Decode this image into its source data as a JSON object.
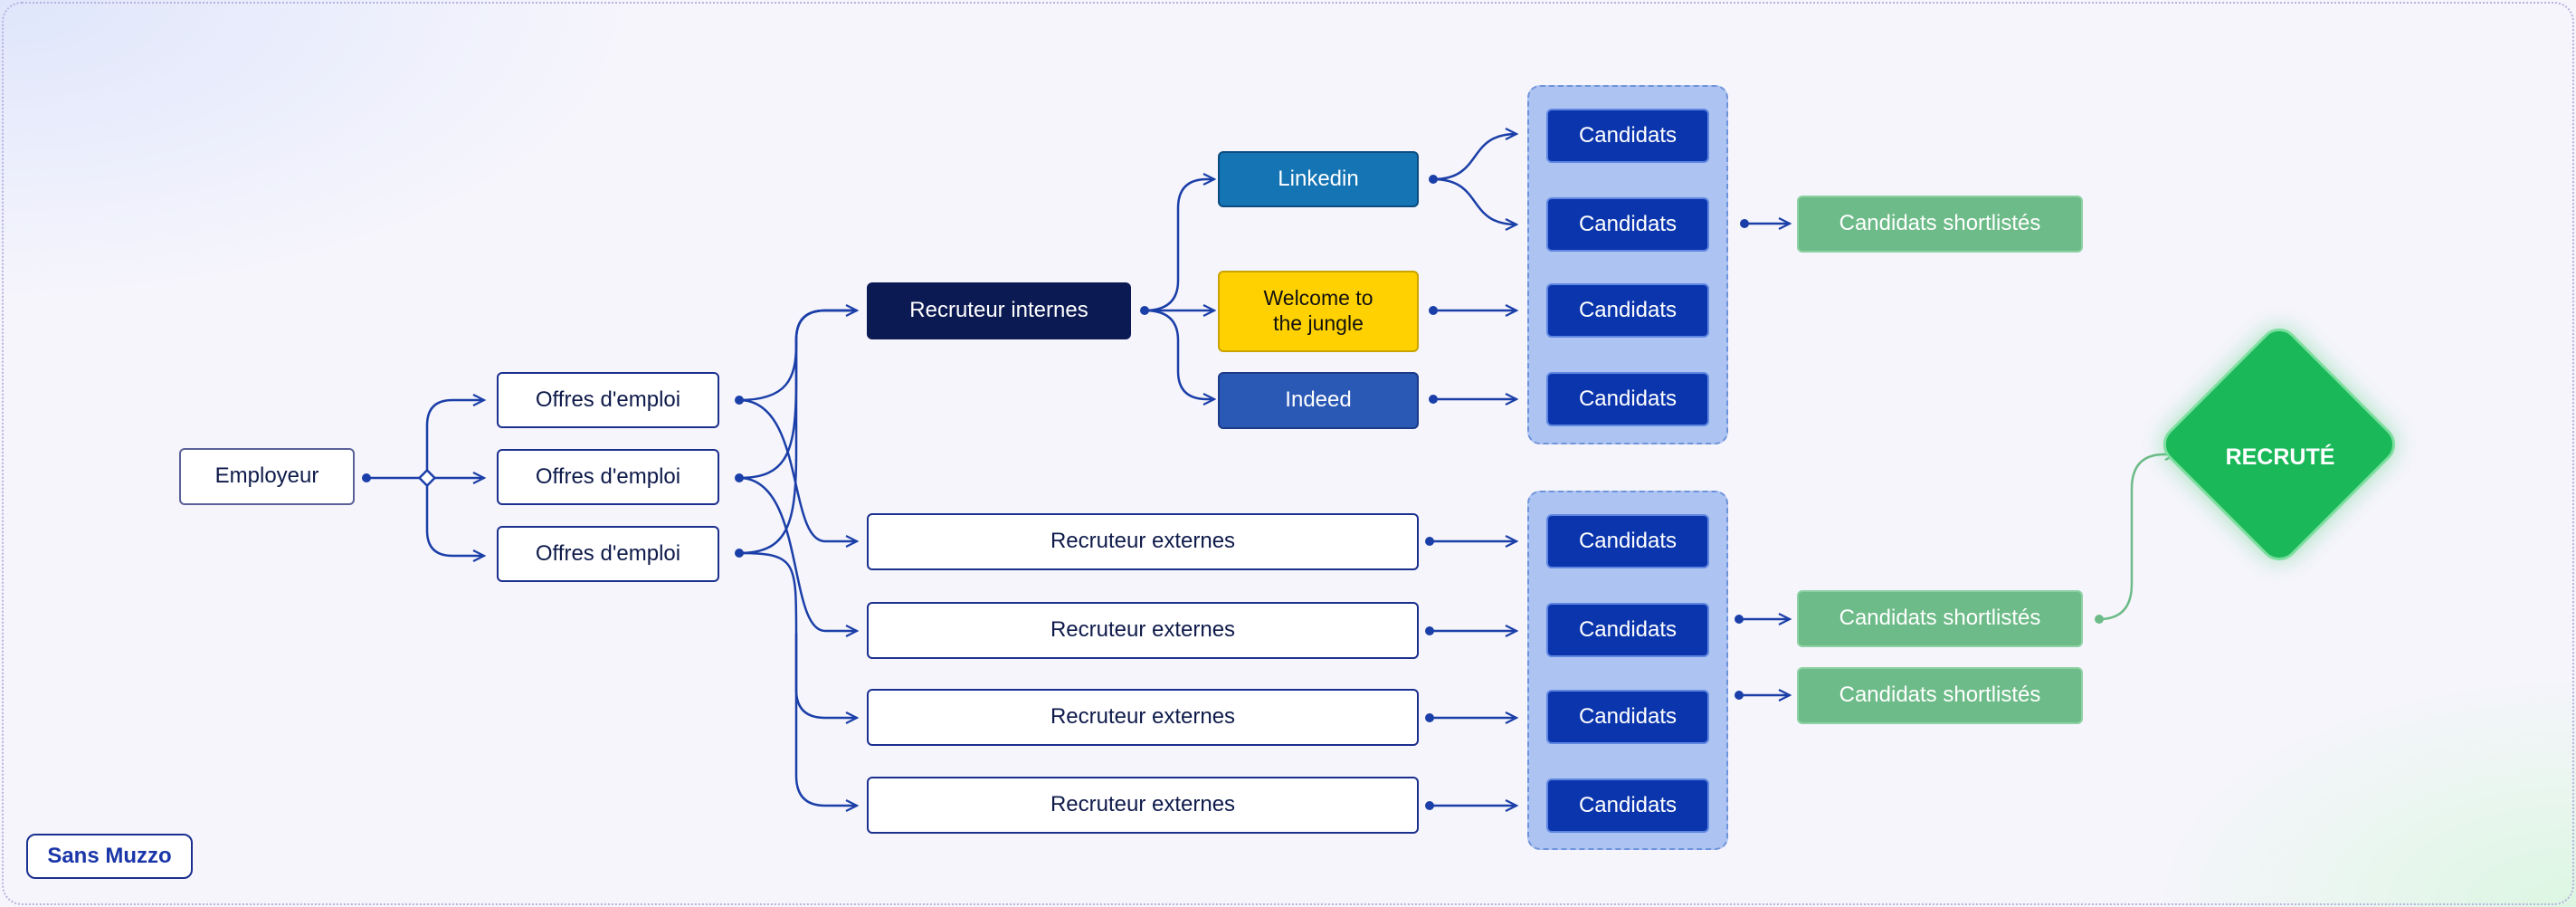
{
  "employer": {
    "label": "Employeur"
  },
  "offers": [
    {
      "label": "Offres d'emploi"
    },
    {
      "label": "Offres d'emploi"
    },
    {
      "label": "Offres d'emploi"
    }
  ],
  "internal_recruiter": {
    "label": "Recruteur internes"
  },
  "channels": {
    "linkedin": {
      "label": "Linkedin",
      "color": "#1574b4"
    },
    "wttj": {
      "label": "Welcome to the jungle",
      "color": "#ffd100"
    },
    "indeed": {
      "label": "Indeed",
      "color": "#2958b5"
    }
  },
  "external_recruiters": [
    {
      "label": "Recruteur externes"
    },
    {
      "label": "Recruteur externes"
    },
    {
      "label": "Recruteur externes"
    },
    {
      "label": "Recruteur externes"
    }
  ],
  "candidates_internal": [
    {
      "label": "Candidats"
    },
    {
      "label": "Candidats"
    },
    {
      "label": "Candidats"
    },
    {
      "label": "Candidats"
    }
  ],
  "candidates_external": [
    {
      "label": "Candidats"
    },
    {
      "label": "Candidats"
    },
    {
      "label": "Candidats"
    },
    {
      "label": "Candidats"
    }
  ],
  "shortlists": [
    {
      "label": "Candidats shortlistés"
    },
    {
      "label": "Candidats shortlistés"
    },
    {
      "label": "Candidats shortlistés"
    }
  ],
  "outcome": {
    "label": "RECRUTÉ",
    "color": "#1bb85a"
  },
  "brand": {
    "label": "Sans Muzzo"
  },
  "colors": {
    "edge": "#1b3fa8",
    "edge_green": "#6dbb88",
    "group_fill": "#7aa0eb"
  }
}
